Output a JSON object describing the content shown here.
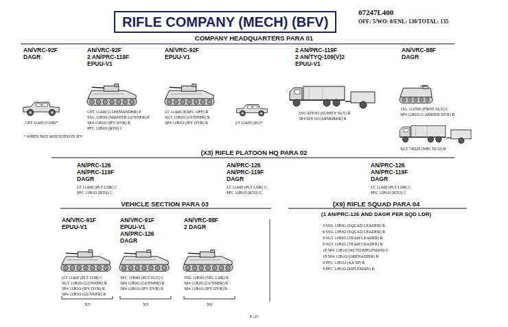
{
  "diagram": {
    "title": "RIFLE COMPANY (MECH) (BFV)",
    "labels": [
      "07247L400",
      "OFF: 5/WO: 0/ENL: 130/TOTAL: 135",
      "COMPANY HEADQUARTERS PARA 01",
      "AN/VRC-92F",
      "DAGR",
      "AN/VRC-92F",
      "2 AN/PRC-119F",
      "EPUU-V1",
      "AN/VRC-92F",
      "EPUU-V1",
      "2 AN/PRC-119F",
      "2 AN/TYQ-109(V)2",
      "EPUU-V1",
      "AN/VRC-88F",
      "DAGR",
      "CPT 11A00 (CDR)*",
      "* WHEN NOT MOUNTED IN IFV",
      "CPT 11A00 (COMMANDER) P",
      "SSG 11B3O (MASTER GUNNER) P",
      "SP4 11B1O (IFV DVR) R",
      "PFC 11B1O (RTO) C",
      "LT 11A00 (EXEC OFF) R",
      "SGT 11B2O (GUNNER) R",
      "SP4 11B1O (IFV DVR) R",
      "LT 11A00 (XO)*",
      "SSG 92Y3O (SUPPLY SGT) R",
      "SP4 92Y1O (ARMORER) R",
      "1SG 11Z5M (FIRST SGT) C",
      "SP4 11B1O (CARRIER DVR) R",
      "SGT 74D20 (NBC NCO) R",
      "(X3) RIFLE PLATOON HQ PARA 02",
      "AN/PRC-126",
      "AN/PRC-119F",
      "DAGR",
      "LT 11A00 (PLT LDR) C",
      "PFC 11B1O (RTO) C",
      "AN/PRC-126",
      "AN/PRC-119F",
      "DAGR",
      "LT 11A00 (PLT LDR) C",
      "PFC 11B1O (RTO) C",
      "AN/PRC-126",
      "AN/PRC-119F",
      "DAGR",
      "LT 11A00 (PLT LDR) C",
      "PFC 11B1O (RTO) C",
      "VEHICLE SECTION PARA 03",
      "(X9) RIFLE SQUAD PARA 04",
      "(1 AN/PRC-126 AND DAGR PER SQD LDR)",
      "AN/VRC-91F",
      "EPUU-V1",
      "AN/VRC-91F",
      "EPUU-V1",
      "AN/PRC-126",
      "DAGR",
      "AN/VRC-88F",
      "2 DAGR",
      "(LT 11A00 (PLT LDR) C",
      "SGT 11B2O (GUNNER) R",
      "SP4 11B1O (IFV DVR) R",
      "SP4 11B1O (GUNNER) R",
      "SFC 11B4O (PLT SGT) C",
      "SP4 11B2O (GUNNER) R",
      "SP4 11B1O (IFV DVR) R",
      "SSG 11B3O (SEC LDR) R",
      "SP4 11B2O (GUNNER) R",
      "SP4 11B1O (IFV DVR) R",
      "X3",
      "X3",
      "X6",
      "3 SSG 11B3G (SQUAD LEADER) R",
      "6 SSG 11B3O (SQUAD LEADER) R",
      "9 SGT 11B2O (TEAM LEADER) R",
      "9 SGT 11B2G (TEAM LEADER) R",
      "18 SP4 11B1O (AUTO RIFLEMAN) S",
      "18 SP4 11B1O (GRENADIER) R",
      "9 PFC 11B1O (AA SP) R",
      "9 PFC 11B1O (RIFLEMAN) R",
      "F-25"
    ]
  }
}
